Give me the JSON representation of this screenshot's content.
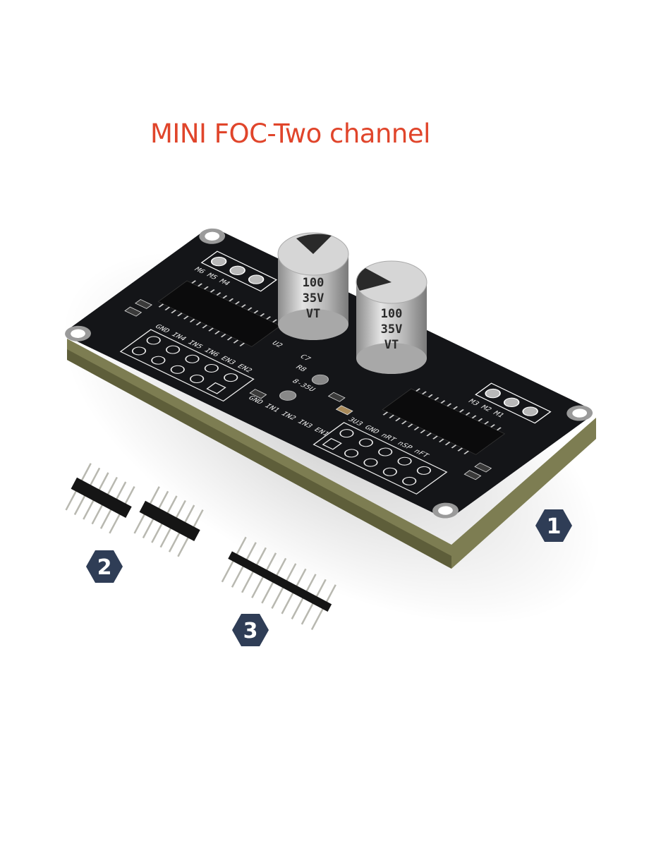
{
  "title": "MINI FOC-Two channel",
  "badges": [
    "1",
    "2",
    "3"
  ],
  "capacitors": [
    {
      "value": "100",
      "voltage": "35V",
      "series": "VT"
    },
    {
      "value": "100",
      "voltage": "35V",
      "series": "VT"
    }
  ],
  "silkscreen": {
    "left_header": "GND IN4 IN5 IN6 EN3 EN2",
    "right_header_a": "GND IN1 IN2 IN3 EN1",
    "right_header_b": "3U3 GND nRT nSP nFT",
    "motor_pads_right": "M3 M2 M1",
    "motor_pads_left": "M6 M5 M4",
    "voltage": "8-35U",
    "ref_c7": "C7",
    "ref_r8": "R8",
    "ref_u2": "U2"
  },
  "colors": {
    "title": "#e0452b",
    "badge": "#2f3d56",
    "pcb": "#141518",
    "pcb_edge": "#7d7d52"
  }
}
